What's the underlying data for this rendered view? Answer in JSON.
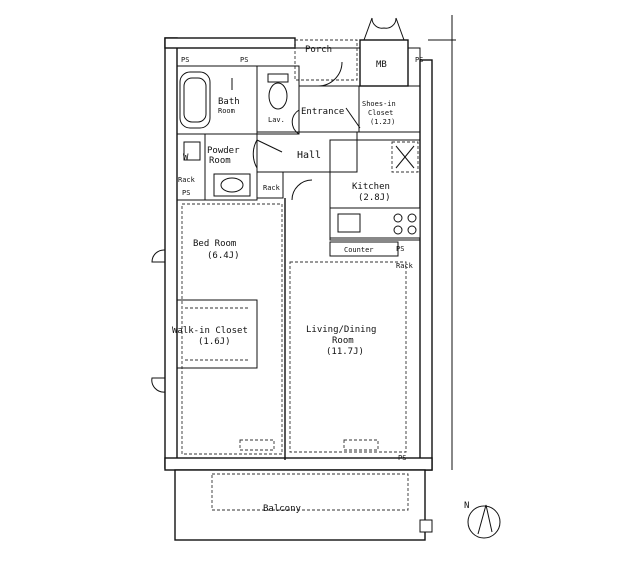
{
  "rooms": {
    "porch": "Porch",
    "mb": "MB",
    "bath": "Bath",
    "bath_sub": "Room",
    "lav": "Lav.",
    "entrance": "Entrance",
    "shoes_closet_1": "Shoes-in",
    "shoes_closet_2": "Closet",
    "shoes_closet_3": "(1.2J)",
    "powder_1": "Powder",
    "powder_2": "Room",
    "hall": "Hall",
    "kitchen": "Kitchen",
    "kitchen_size": "(2.8J)",
    "counter": "Counter",
    "bedroom": "Bed Room",
    "bedroom_size": "(6.4J)",
    "walkin_1": "Walk-in Closet",
    "walkin_2": "(1.6J)",
    "living_1": "Living/Dining",
    "living_2": "Room",
    "living_3": "(11.7J)",
    "balcony": "Balcony"
  },
  "tags": {
    "ps": "PS",
    "rack": "Rack",
    "w": "W",
    "north": "N"
  }
}
